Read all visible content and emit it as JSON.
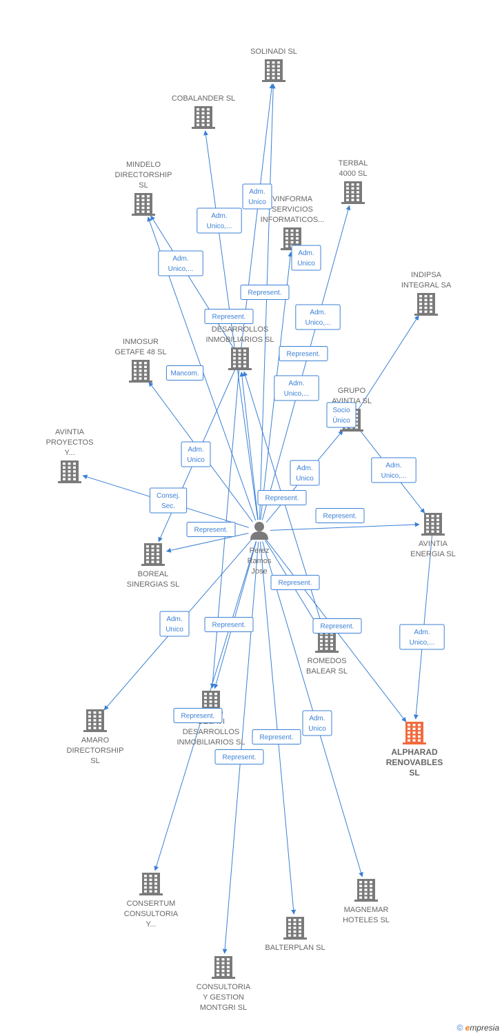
{
  "colors": {
    "edge": "#3a7fd5",
    "building": "#7a7a7a",
    "highlight": "#f26a3d",
    "person": "#7a7a7a"
  },
  "person": {
    "id": "perez",
    "lines": [
      "Perez",
      "Ramos",
      "Jose"
    ],
    "icon": "person-icon"
  },
  "companies": [
    {
      "id": "solinadi",
      "lines": [
        "SOLINADI  SL"
      ],
      "main": false
    },
    {
      "id": "cobalander",
      "lines": [
        "COBALANDER SL"
      ],
      "main": false
    },
    {
      "id": "mindelo",
      "lines": [
        "MINDELO",
        "DIRECTORSHIP",
        "SL"
      ],
      "main": false
    },
    {
      "id": "terbal",
      "lines": [
        "TERBAL",
        "4000 SL"
      ],
      "main": false
    },
    {
      "id": "vinforma",
      "lines": [
        "VINFORMA",
        "SERVICIOS",
        "INFORMATICOS..."
      ],
      "main": false
    },
    {
      "id": "indipsa",
      "lines": [
        "INDIPSA",
        "INTEGRAL SA"
      ],
      "main": false
    },
    {
      "id": "desarrollos",
      "lines": [
        "DESARROLLOS",
        "INMOBILIARIOS SL"
      ],
      "main": false
    },
    {
      "id": "inmosur",
      "lines": [
        "INMOSUR",
        "GETAFE 48  SL"
      ],
      "main": false
    },
    {
      "id": "grupo_avintia",
      "lines": [
        "GRUPO",
        "AVINTIA SL"
      ],
      "main": false
    },
    {
      "id": "avintia_proyectos",
      "lines": [
        "AVINTIA",
        "PROYECTOS",
        "Y..."
      ],
      "main": false
    },
    {
      "id": "avintia_energia",
      "lines": [
        "AVINTIA",
        "ENERGIA  SL"
      ],
      "main": false
    },
    {
      "id": "boreal",
      "lines": [
        "BOREAL",
        "SINERGIAS  SL"
      ],
      "main": false
    },
    {
      "id": "romedos",
      "lines": [
        "ROMEDOS",
        "BALEAR  SL"
      ],
      "main": false
    },
    {
      "id": "amaro",
      "lines": [
        "AMARO",
        "DIRECTORSHIP",
        "SL"
      ],
      "main": false
    },
    {
      "id": "gesavi",
      "lines": [
        "GESAVI",
        "DESARROLLOS",
        "INMOBILIARIOS SL"
      ],
      "main": false
    },
    {
      "id": "alpharad",
      "lines": [
        "ALPHARAD",
        "RENOVABLES",
        "SL"
      ],
      "main": true
    },
    {
      "id": "consertum",
      "lines": [
        "CONSERTUM",
        "CONSULTORIA",
        "Y..."
      ],
      "main": false
    },
    {
      "id": "magnemar",
      "lines": [
        "MAGNEMAR",
        "HOTELES  SL"
      ],
      "main": false
    },
    {
      "id": "balterplan",
      "lines": [
        "BALTERPLAN SL"
      ],
      "main": false
    },
    {
      "id": "consultoria_montgri",
      "lines": [
        "CONSULTORIA",
        "Y GESTION",
        "MONTGRI  SL"
      ],
      "main": false
    }
  ],
  "edges": [
    {
      "from": "perez",
      "to": "solinadi",
      "label": [
        "Adm.",
        "Unico"
      ]
    },
    {
      "from": "perez",
      "to": "cobalander",
      "label": [
        "Adm.",
        "Unico,..."
      ]
    },
    {
      "from": "perez",
      "to": "mindelo",
      "label": [
        "Adm.",
        "Unico,..."
      ]
    },
    {
      "from": "perez",
      "to": "terbal",
      "label": [
        "Adm.",
        "Unico,..."
      ]
    },
    {
      "from": "perez",
      "to": "vinforma",
      "label": [
        "Adm.",
        "Unico"
      ]
    },
    {
      "from": "perez",
      "to": "desarrollos",
      "label": [
        "Represent."
      ]
    },
    {
      "from": "perez",
      "to": "inmosur",
      "label": [
        "Mancom."
      ]
    },
    {
      "from": "perez",
      "to": "grupo_avintia",
      "label": [
        "Adm.",
        "Unico"
      ]
    },
    {
      "from": "perez",
      "to": "avintia_proyectos",
      "label": [
        "Consej.",
        "Sec."
      ]
    },
    {
      "from": "perez",
      "to": "avintia_energia",
      "label": [
        "Represent."
      ]
    },
    {
      "from": "perez",
      "to": "boreal",
      "label": [
        "Represent."
      ]
    },
    {
      "from": "perez",
      "to": "amaro",
      "label": [
        "Adm.",
        "Unico"
      ]
    },
    {
      "from": "perez",
      "to": "gesavi",
      "label": [
        "Represent."
      ]
    },
    {
      "from": "perez",
      "to": "alpharad",
      "label": [
        "Represent."
      ]
    },
    {
      "from": "perez",
      "to": "consertum",
      "label": [
        "Represent."
      ]
    },
    {
      "from": "perez",
      "to": "magnemar",
      "label": [
        "Adm.",
        "Unico"
      ]
    },
    {
      "from": "perez",
      "to": "balterplan",
      "label": [
        "Represent."
      ]
    },
    {
      "from": "perez",
      "to": "consultoria_montgri",
      "label": [
        "Represent."
      ]
    },
    {
      "from": "perez",
      "to": "romedos",
      "label": [
        "Represent."
      ]
    },
    {
      "from": "grupo_avintia",
      "to": "indipsa",
      "label": [
        "Socio",
        "Único"
      ]
    },
    {
      "from": "grupo_avintia",
      "to": "avintia_energia",
      "label": [
        "Adm.",
        "Unico,..."
      ]
    },
    {
      "from": "avintia_energia",
      "to": "alpharad",
      "label": [
        "Adm.",
        "Unico,..."
      ]
    },
    {
      "from": "desarrollos",
      "to": "boreal",
      "label": [
        "Adm.",
        "Unico"
      ]
    },
    {
      "from": "desarrollos",
      "to": "gesavi",
      "label": [
        "Represent."
      ]
    },
    {
      "from": "desarrollos",
      "to": "mindelo",
      "label": [
        "Represent."
      ]
    },
    {
      "from": "desarrollos",
      "to": "solinadi",
      "label": [
        "Adm.",
        "Unico,..."
      ]
    },
    {
      "from": "romedos",
      "to": "desarrollos",
      "label": [
        "Represent."
      ]
    }
  ],
  "footer": {
    "copyright": "©",
    "brand_first": "e",
    "brand_rest": "mpresia"
  }
}
